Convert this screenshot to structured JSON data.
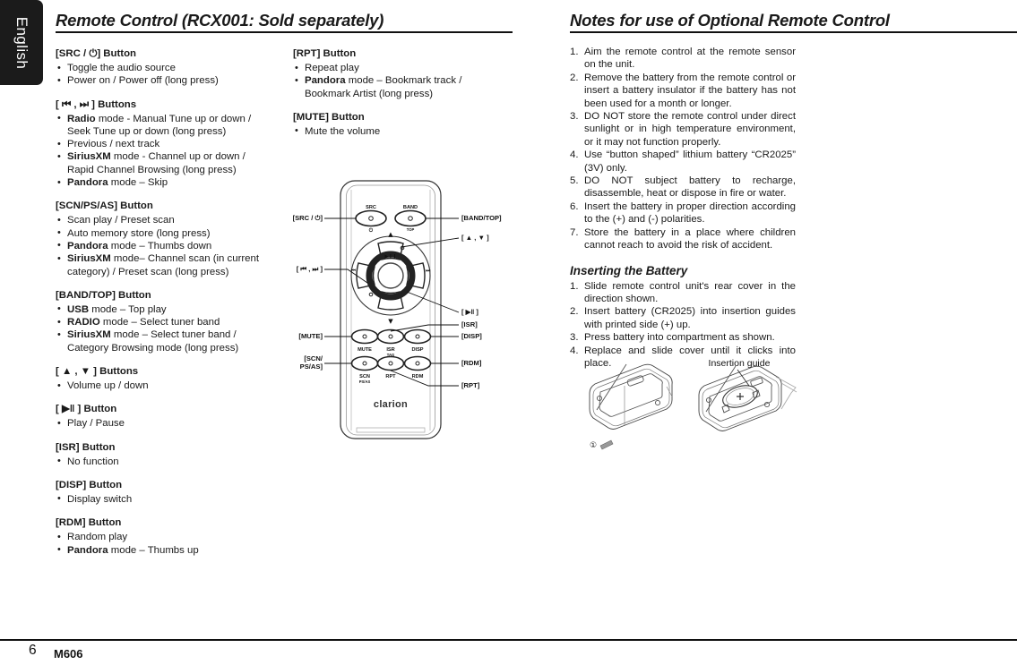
{
  "language_tab": {
    "label": "English"
  },
  "left_page": {
    "title": "Remote Control (RCX001: Sold separately)",
    "column_a": [
      {
        "heading_prefix": "[SRC / ",
        "heading_glyph": "⏻",
        "heading_suffix": "] Button",
        "heading_plain": "[SRC / ⏻] Button",
        "items": [
          {
            "text": "Toggle the audio source"
          },
          {
            "text": "Power on / Power off (long press)"
          }
        ]
      },
      {
        "heading_prefix": "[ ",
        "heading_glyph": "⏮ , ⏭",
        "heading_suffix": " ] Buttons",
        "heading_plain": "[ ⏮ , ⏭ ] Buttons",
        "items": [
          {
            "bold": "Radio",
            "text": " mode - Manual Tune up or down / Seek Tune up or down (long press)"
          },
          {
            "text": "Previous / next track"
          },
          {
            "bold": "SiriusXM",
            "text": " mode - Channel up or down / Rapid Channel Browsing (long press)"
          },
          {
            "bold": "Pandora",
            "text": " mode – Skip"
          }
        ]
      },
      {
        "heading_plain": "[SCN/PS/AS] Button",
        "items": [
          {
            "text": "Scan play / Preset scan"
          },
          {
            "text": "Auto memory store (long press)"
          },
          {
            "bold": "Pandora",
            "text": " mode – Thumbs down"
          },
          {
            "bold": "SiriusXM",
            "text": " mode– Channel scan (in current category) / Preset scan (long press)"
          }
        ]
      },
      {
        "heading_plain": "[BAND/TOP] Button",
        "items": [
          {
            "bold": "USB",
            "text": " mode – Top play"
          },
          {
            "bold": "RADIO",
            "text": " mode – Select tuner band"
          },
          {
            "bold": "SiriusXM",
            "text": " mode – Select tuner band / Category Browsing mode (long press)"
          }
        ]
      },
      {
        "heading_prefix": "[ ",
        "heading_glyph": "▲ , ▼",
        "heading_suffix": " ] Buttons",
        "heading_plain": "[ ▲ , ▼ ] Buttons",
        "items": [
          {
            "text": "Volume up / down"
          }
        ]
      },
      {
        "heading_prefix": "[ ",
        "heading_glyph": "▶‖",
        "heading_suffix": " ] Button",
        "heading_plain": "[ ▶‖ ] Button",
        "items": [
          {
            "text": "Play / Pause"
          }
        ]
      },
      {
        "heading_plain": "[ISR] Button",
        "items": [
          {
            "text": " No function"
          }
        ]
      },
      {
        "heading_plain": "[DISP] Button",
        "items": [
          {
            "text": "Display switch"
          }
        ]
      },
      {
        "heading_plain": "[RDM] Button",
        "items": [
          {
            "text": "Random play"
          },
          {
            "bold": "Pandora",
            "text": " mode – Thumbs up"
          }
        ]
      }
    ],
    "column_b": [
      {
        "heading_plain": "[RPT] Button",
        "items": [
          {
            "text": "Repeat play"
          },
          {
            "bold": "Pandora",
            "text": " mode – Bookmark track / Bookmark Artist (long press)"
          }
        ]
      },
      {
        "heading_plain": "[MUTE] Button",
        "items": [
          {
            "text": "Mute the volume"
          }
        ]
      }
    ]
  },
  "remote_diagram": {
    "brand": "clarion",
    "callouts_left": [
      {
        "id": "src",
        "label": "[SRC / ⏻]"
      },
      {
        "id": "prevnext",
        "label": "[ ⏮ , ⏭ ]"
      },
      {
        "id": "mute",
        "label": "[MUTE]"
      },
      {
        "id": "scn1",
        "label": "[SCN/"
      },
      {
        "id": "scn2",
        "label": "PS/AS]"
      }
    ],
    "callouts_right": [
      {
        "id": "bandtop",
        "label": "[BAND/TOP]"
      },
      {
        "id": "updown",
        "label": "[ ▲ , ▼ ]"
      },
      {
        "id": "playpause",
        "label": "[ ▶‖ ]"
      },
      {
        "id": "isr",
        "label": "[ISR]"
      },
      {
        "id": "disp",
        "label": "[DISP]"
      },
      {
        "id": "rdm",
        "label": "[RDM]"
      },
      {
        "id": "rpt",
        "label": "[RPT]"
      }
    ],
    "keycaps": {
      "src": "SRC",
      "band": "BAND",
      "top": "TOP",
      "mute": "MUTE",
      "isr": "ISR",
      "isr_sub": "TAG",
      "disp": "DISP",
      "scn": "SCN",
      "scn_sub": "PS/AS",
      "rpt": "RPT",
      "rdm": "RDM"
    }
  },
  "right_page": {
    "title": "Notes for use of Optional Remote Control",
    "notes": [
      {
        "num": "1.",
        "text": "Aim the remote control at the remote sensor on the unit."
      },
      {
        "num": "2.",
        "text": "Remove the battery from the remote control or insert a battery insulator if the battery has not been used for a month or longer."
      },
      {
        "num": "3.",
        "text": "DO NOT store the remote control under direct sunlight or in high temperature environment, or it may not function properly."
      },
      {
        "num": "4.",
        "text": "Use “button shaped” lithium battery “CR2025” (3V) only."
      },
      {
        "num": "5.",
        "text": "DO NOT subject battery to recharge, disassemble, heat or dispose in fire or water."
      },
      {
        "num": "6.",
        "text": "Insert the battery in proper direction according to the (+) and (-) polarities."
      },
      {
        "num": "7.",
        "text": "Store the battery in a place where children cannot reach to avoid the risk of accident."
      }
    ],
    "sub_title": "Inserting the Battery",
    "battery_steps": [
      {
        "num": "1.",
        "text": "Slide remote control unit's rear cover in the direction shown."
      },
      {
        "num": "2.",
        "text": "Insert battery (CR2025) into insertion guides with printed side (+) up."
      },
      {
        "num": "3.",
        "text": "Press battery into compartment as shown."
      },
      {
        "num": "4.",
        "text": "Replace and slide cover until it clicks into place."
      }
    ],
    "battery_figure": {
      "insertion_guide_label": "Insertion guide",
      "step_marker": "①"
    }
  },
  "footer": {
    "page_number": "6",
    "model": "M606"
  }
}
